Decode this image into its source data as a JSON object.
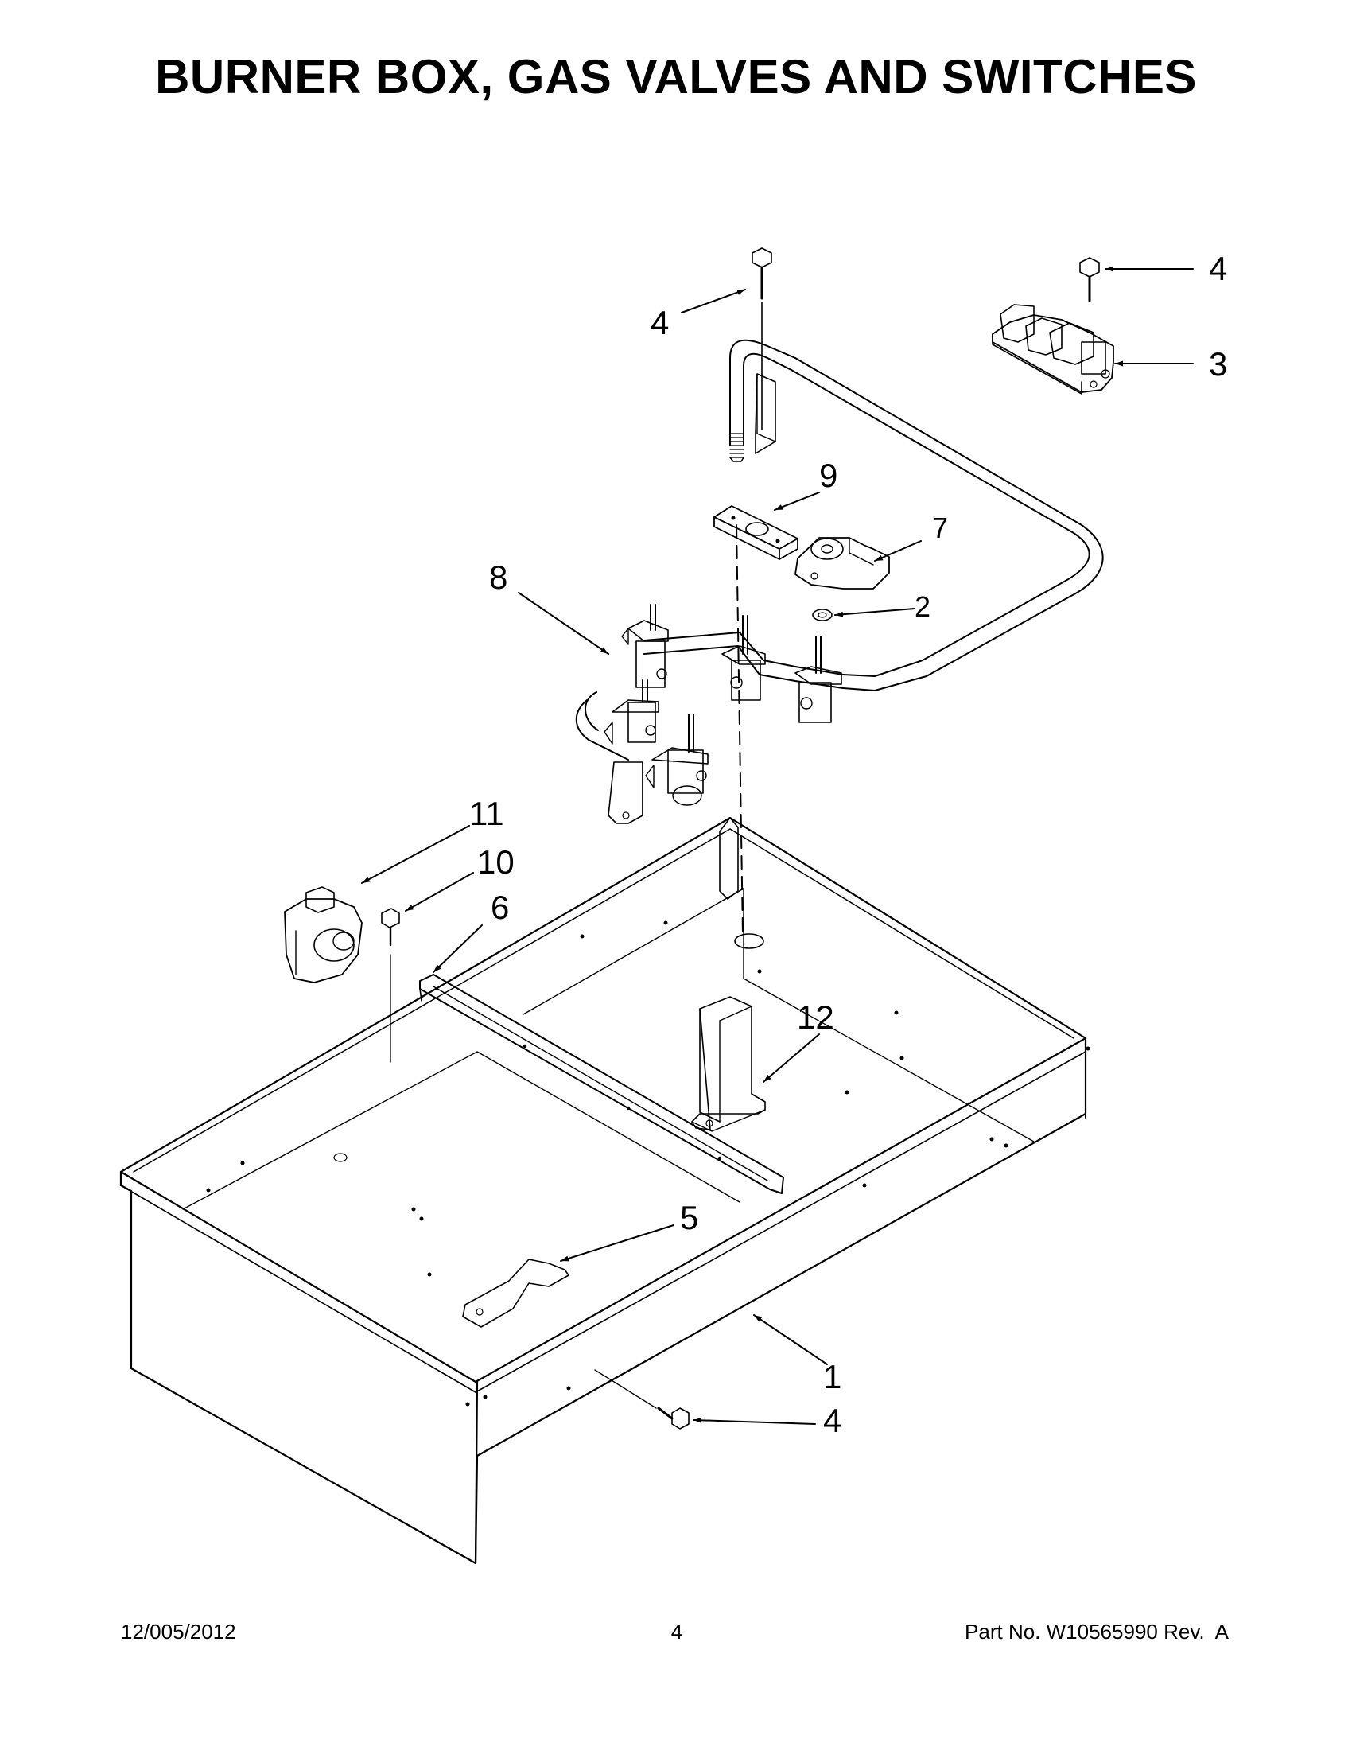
{
  "title": "BURNER BOX, GAS VALVES AND SWITCHES",
  "callouts": {
    "c1": "1",
    "c2": "2",
    "c3": "3",
    "c4_top_center": "4",
    "c4_top_right": "4",
    "c4_bottom": "4",
    "c5": "5",
    "c6": "6",
    "c7": "7",
    "c8": "8",
    "c9": "9",
    "c10": "10",
    "c11": "11",
    "c12": "12"
  },
  "footer": {
    "date": "12/005/2012",
    "page": "4",
    "part_label": "Part No.",
    "part_number": "W10565990",
    "rev": "Rev.  A"
  }
}
